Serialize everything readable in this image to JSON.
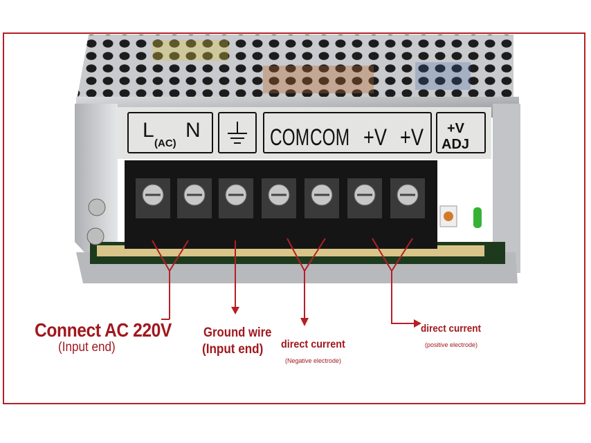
{
  "terminal_labels": {
    "line": "L",
    "ac": "(AC)",
    "neutral": "N",
    "ground_symbol": "ground-symbol",
    "com1": "COM",
    "com2": "COM",
    "v1": "+V",
    "v2": "+V",
    "adj_top": "+V",
    "adj_bottom": "ADJ"
  },
  "annotations": {
    "ac_input_title": "Connect AC 220V",
    "ac_input_sub": "(Input end)",
    "ground_title": "Ground wire",
    "ground_sub": "(Input end)",
    "dc_negative_title": "direct current",
    "dc_negative_sub": "(Negative electrode)",
    "dc_positive_title": "direct current",
    "dc_positive_sub": "(positive electrode)"
  },
  "colors": {
    "annotation_red": "#a0181e",
    "frame_red": "#b51f24",
    "pcb_green": "#1e3a1e"
  }
}
